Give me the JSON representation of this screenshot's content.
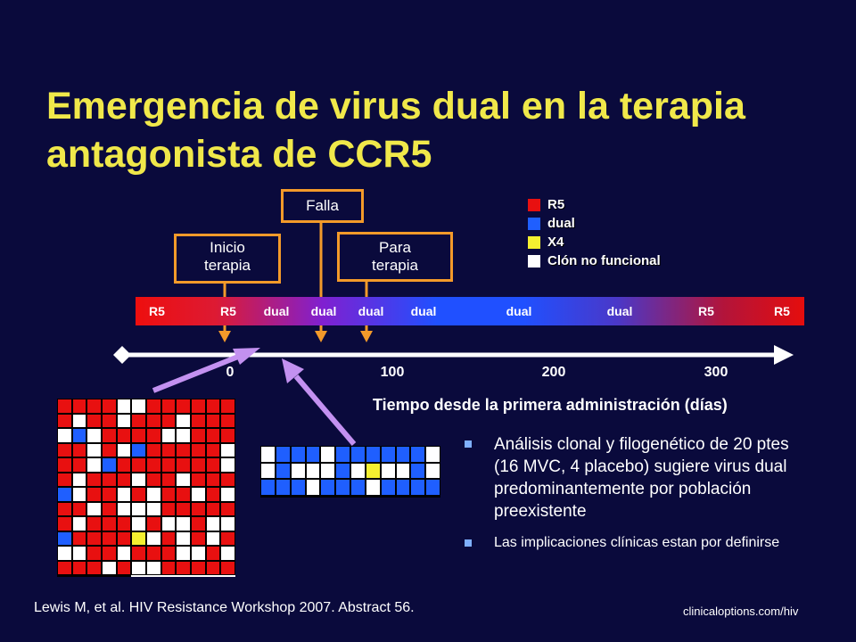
{
  "title": "Emergencia de virus dual en la terapia antagonista de CCR5",
  "callouts": {
    "inicio": "Inicio terapia",
    "falla": "Falla",
    "para": "Para terapia"
  },
  "legend": [
    {
      "label": "R5",
      "color": "#e81010"
    },
    {
      "label": "dual",
      "color": "#1f5fff"
    },
    {
      "label": "X4",
      "color": "#f5f030"
    },
    {
      "label": "Clón no funcional",
      "color": "#ffffff"
    }
  ],
  "tropism_band": [
    "R5",
    "R5",
    "dual",
    "dual",
    "dual",
    "dual",
    "dual",
    "dual",
    "R5",
    "R5"
  ],
  "timeline": {
    "ticks": [
      "0",
      "100",
      "200",
      "300"
    ],
    "xlabel": "Tiempo desde la primera administración  (días)"
  },
  "clone_grid_left": {
    "cols": 12,
    "rows": 12,
    "code": "RRRRWWRRRRRRRWRRWRRRWRRRWBWRRRRWWRRRRRWRWBRRRRRWRRWBRRRRRRRWRWRRRWRRWRRRBWRRWRWRRWRWRRWRWWWRRRRRRWRRRWRWWRWWBRRRRYWRWRWRWWRRWRRRWWRWRRRWRWWRRRRRRRWRR"
  },
  "clone_grid_small": {
    "cols": 12,
    "rows": 3,
    "code": "WBBBWBBBBBBWWBWWWBWYWWBWBBBWBBBWBBBBBWWWWBWWWWWW"
  },
  "bullets": [
    "Análisis clonal y filogenético de 20 ptes (16 MVC, 4 placebo) sugiere virus dual predominantemente por población preexistente",
    "Las implicaciones clínicas estan por definirse"
  ],
  "citation": "Lewis M, et al. HIV Resistance Workshop 2007. Abstract 56.",
  "site": "clinicaloptions.com/hiv"
}
